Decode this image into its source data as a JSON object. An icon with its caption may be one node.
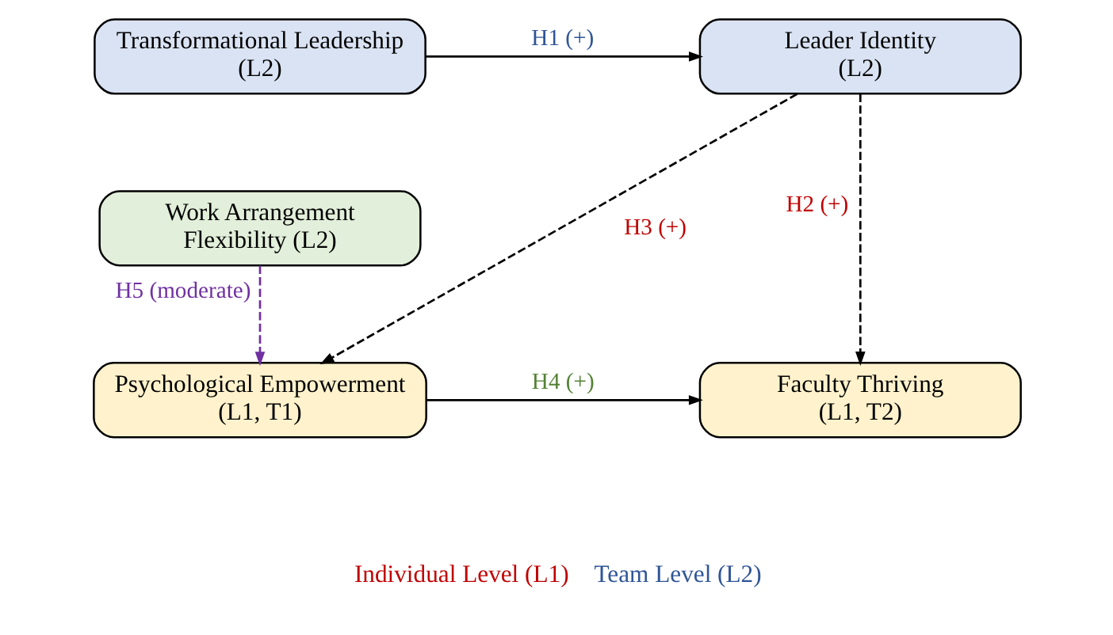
{
  "diagram": {
    "nodes": [
      {
        "text": [
          "Transformational Leadership (L2)"
        ]
      },
      {
        "text": [
          "Leader Identity (L2)"
        ]
      },
      {
        "text": [
          "Work Arrangement Flexibility (L2)"
        ]
      },
      {
        "text": [
          "Psychological Empowerment (L1, T1)"
        ]
      },
      {
        "text": [
          "Faculty Thriving (L1, T2)"
        ]
      }
    ],
    "edges": [
      {
        "from": 0,
        "to": 1,
        "arrow": "to",
        "label": "H1 (+)"
      },
      {
        "from": 1,
        "to": 4,
        "arrow": "to",
        "label": "H2 (+)",
        "style": "dashed"
      },
      {
        "from": 1,
        "to": 3,
        "arrow": "to",
        "label": "H3 (+)",
        "style": "dashed"
      },
      {
        "from": 3,
        "to": 4,
        "arrow": "to",
        "label": "H4 (+)"
      },
      {
        "from": 2,
        "to": 3,
        "arrow": "to",
        "label": "H5 (moderate)",
        "style": "dashed",
        "color": "#7030a0"
      }
    ],
    "legend": [
      {
        "text": "Individual Level (L1)",
        "color": "#c00000"
      },
      {
        "text": "Team Level (L2)",
        "color": "#2f5597"
      }
    ]
  }
}
